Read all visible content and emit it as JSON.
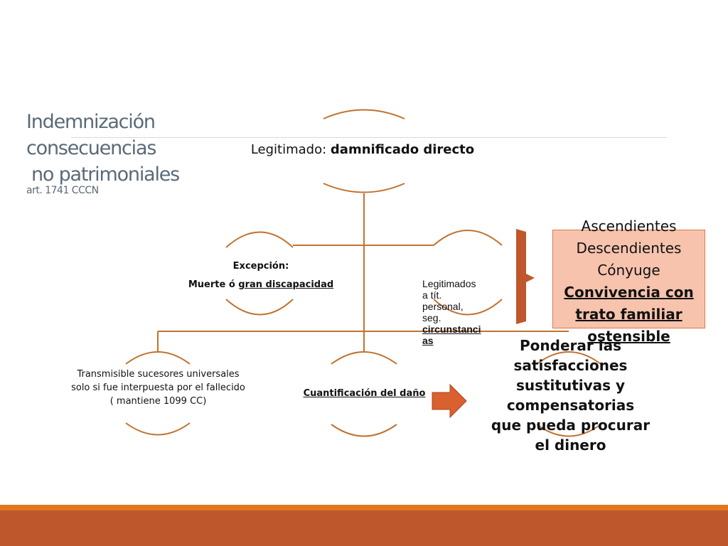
{
  "slide": {
    "title_line1": "Indemnización",
    "title_line2": "consecuencias",
    "title_line3": "no patrimoniales",
    "subtitle": "art. 1741 CCCN"
  },
  "nodes": {
    "root_prefix": "Legitimado: ",
    "root_bold": "damnificado directo",
    "exception_label": "Excepción:",
    "exception_text_plain": "Muerte ó ",
    "exception_text_underlined": "gran discapacidad",
    "legitimados_lines": [
      "Legitimados",
      "a tít.",
      "personal,",
      "seg."
    ],
    "legitimados_bold": [
      "circunstanci",
      "as"
    ],
    "transmissible": "Transmisible sucesores universales solo si fue interpuesta por el fallecido ( mantiene 1099 CC)",
    "quantification": "Cuantificación del daño"
  },
  "box": {
    "lines": [
      "Ascendientes",
      "Descendientes",
      "Cónyuge"
    ],
    "underlined": "Convivencia con trato familiar ostensible"
  },
  "weigh": "Ponderar las satisfacciones sustitutivas y compensatorias que pueda procurar el dinero",
  "colors": {
    "line": "#c0722f",
    "arrow": "#d9602f",
    "box_fill": "#f7c3ad",
    "band_top": "#e0771f",
    "band_bottom": "#bf572c"
  }
}
